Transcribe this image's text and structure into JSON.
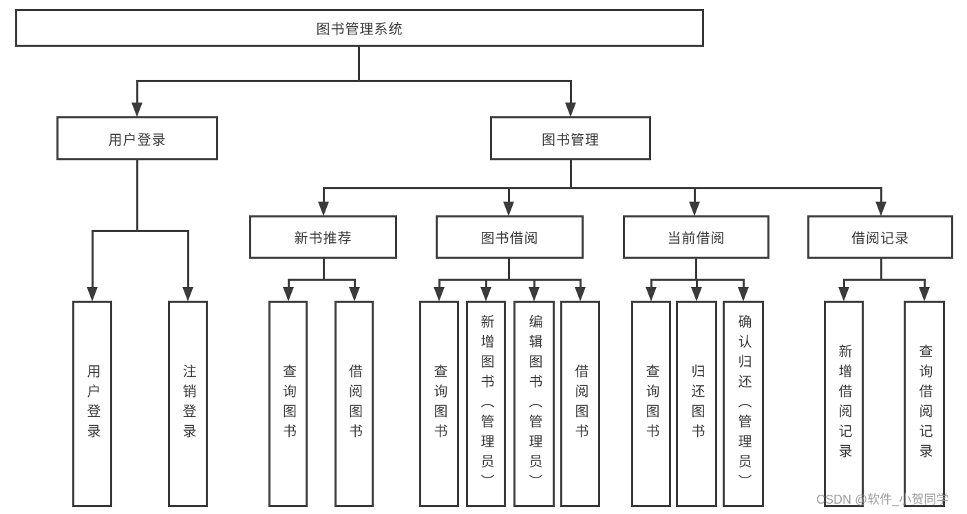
{
  "diagram": {
    "type": "hierarchy-tree",
    "title": "图书管理系统",
    "watermark": "CSDN @软件_小贺同学",
    "colors": {
      "background": "#ffffff",
      "line": "#3b3b3b",
      "box_border": "#3e3e3e",
      "text": "#3a3a3a",
      "watermark": "#949494"
    },
    "nodes": {
      "root": {
        "label": "图书管理系统",
        "level": 1
      },
      "user_login": {
        "label": "用户登录",
        "level": 2,
        "parent": "root"
      },
      "book_mgmt": {
        "label": "图书管理",
        "level": 2,
        "parent": "root"
      },
      "new_book_rec": {
        "label": "新书推荐",
        "level": 3,
        "parent": "book_mgmt"
      },
      "book_borrow": {
        "label": "图书借阅",
        "level": 3,
        "parent": "book_mgmt"
      },
      "current_borrow": {
        "label": "当前借阅",
        "level": 3,
        "parent": "book_mgmt"
      },
      "borrow_records": {
        "label": "借阅记录",
        "level": 3,
        "parent": "book_mgmt"
      },
      "leaf_user_login": {
        "label": "用户登录",
        "level": 4,
        "parent": "user_login"
      },
      "leaf_logout": {
        "label": "注销登录",
        "level": 4,
        "parent": "user_login"
      },
      "leaf_nbr_query": {
        "label": "查询图书",
        "level": 4,
        "parent": "new_book_rec"
      },
      "leaf_nbr_borrow": {
        "label": "借阅图书",
        "level": 4,
        "parent": "new_book_rec"
      },
      "leaf_bb_query": {
        "label": "查询图书",
        "level": 4,
        "parent": "book_borrow"
      },
      "leaf_bb_add": {
        "label": "新增图书（管理员）",
        "level": 4,
        "parent": "book_borrow"
      },
      "leaf_bb_edit": {
        "label": "编辑图书（管理员）",
        "level": 4,
        "parent": "book_borrow"
      },
      "leaf_bb_borrow": {
        "label": "借阅图书",
        "level": 4,
        "parent": "book_borrow"
      },
      "leaf_cb_query": {
        "label": "查询图书",
        "level": 4,
        "parent": "current_borrow"
      },
      "leaf_cb_return": {
        "label": "归还图书",
        "level": 4,
        "parent": "current_borrow"
      },
      "leaf_cb_confirm": {
        "label": "确认归还（管理员）",
        "level": 4,
        "parent": "current_borrow"
      },
      "leaf_br_add": {
        "label": "新增借阅记录",
        "level": 4,
        "parent": "borrow_records"
      },
      "leaf_br_query": {
        "label": "查询借阅记录",
        "level": 4,
        "parent": "borrow_records"
      }
    }
  }
}
